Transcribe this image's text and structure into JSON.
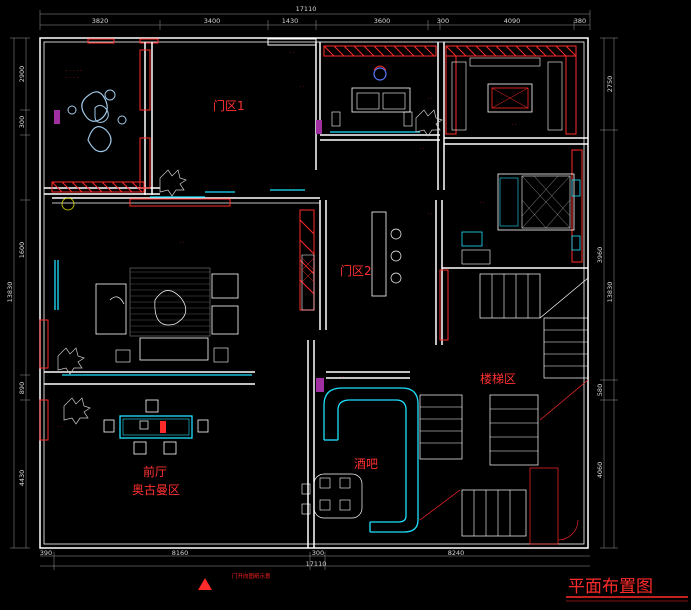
{
  "title": "平面布置图",
  "rooms": {
    "gate1": "门区1",
    "gate2": "门区2",
    "stairs": "楼梯区",
    "tea_line1": "前厅",
    "tea_line2": "奥古曼区",
    "bar": "酒吧"
  },
  "dims_top": [
    "17110",
    "3820",
    "3400",
    "1430",
    "3600",
    "300",
    "4090",
    "380"
  ],
  "dims_bottom": [
    "390",
    "8160",
    "300",
    "8240",
    "17110"
  ],
  "dims_left": [
    "13830",
    "2900",
    "300",
    "1600",
    "890",
    "4430"
  ],
  "dims_right": [
    "2750",
    "3960",
    "13830",
    "580",
    "4060"
  ],
  "notes": [
    "门开向图纸示意"
  ],
  "colors": {
    "background": "#000000",
    "wall": "#ffffff",
    "annotation": "#ff2a2a",
    "furniture": "#20e0ff"
  }
}
